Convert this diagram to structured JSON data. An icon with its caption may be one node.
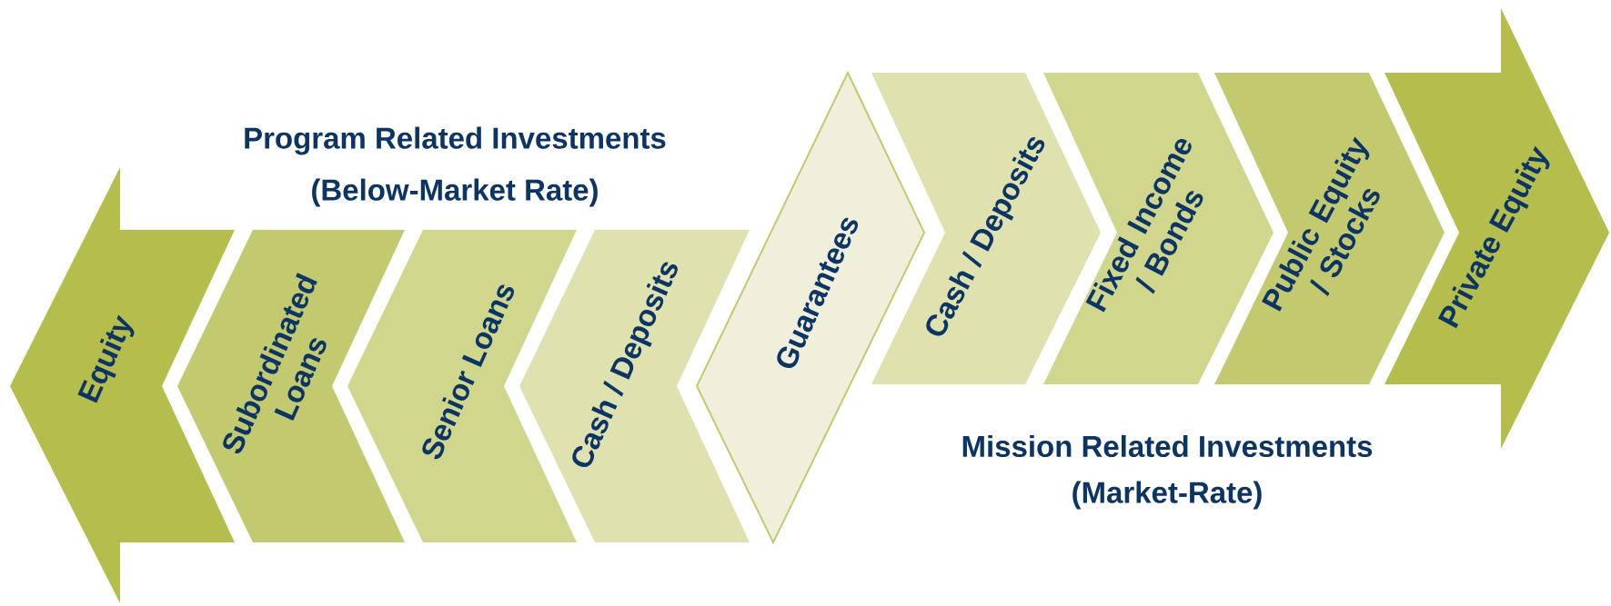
{
  "diagram": {
    "nodes": [
      {
        "text": [
          "Equity"
        ]
      },
      {
        "text": [
          "Subordinated Loans"
        ]
      },
      {
        "text": [
          "Senior Loans"
        ]
      },
      {
        "text": [
          "Cash / Deposits"
        ]
      },
      {
        "text": [
          "Guarantees"
        ]
      },
      {
        "text": [
          "Cash / Deposits"
        ]
      },
      {
        "text": [
          "Fixed Income / Bonds"
        ]
      },
      {
        "text": [
          "Public Equity / Stocks"
        ]
      },
      {
        "text": [
          "Private Equity"
        ]
      }
    ],
    "labels": [
      "Program Related Investments",
      "(Below-Market Rate)",
      "Mission Related Investments",
      "(Market-Rate)"
    ]
  }
}
